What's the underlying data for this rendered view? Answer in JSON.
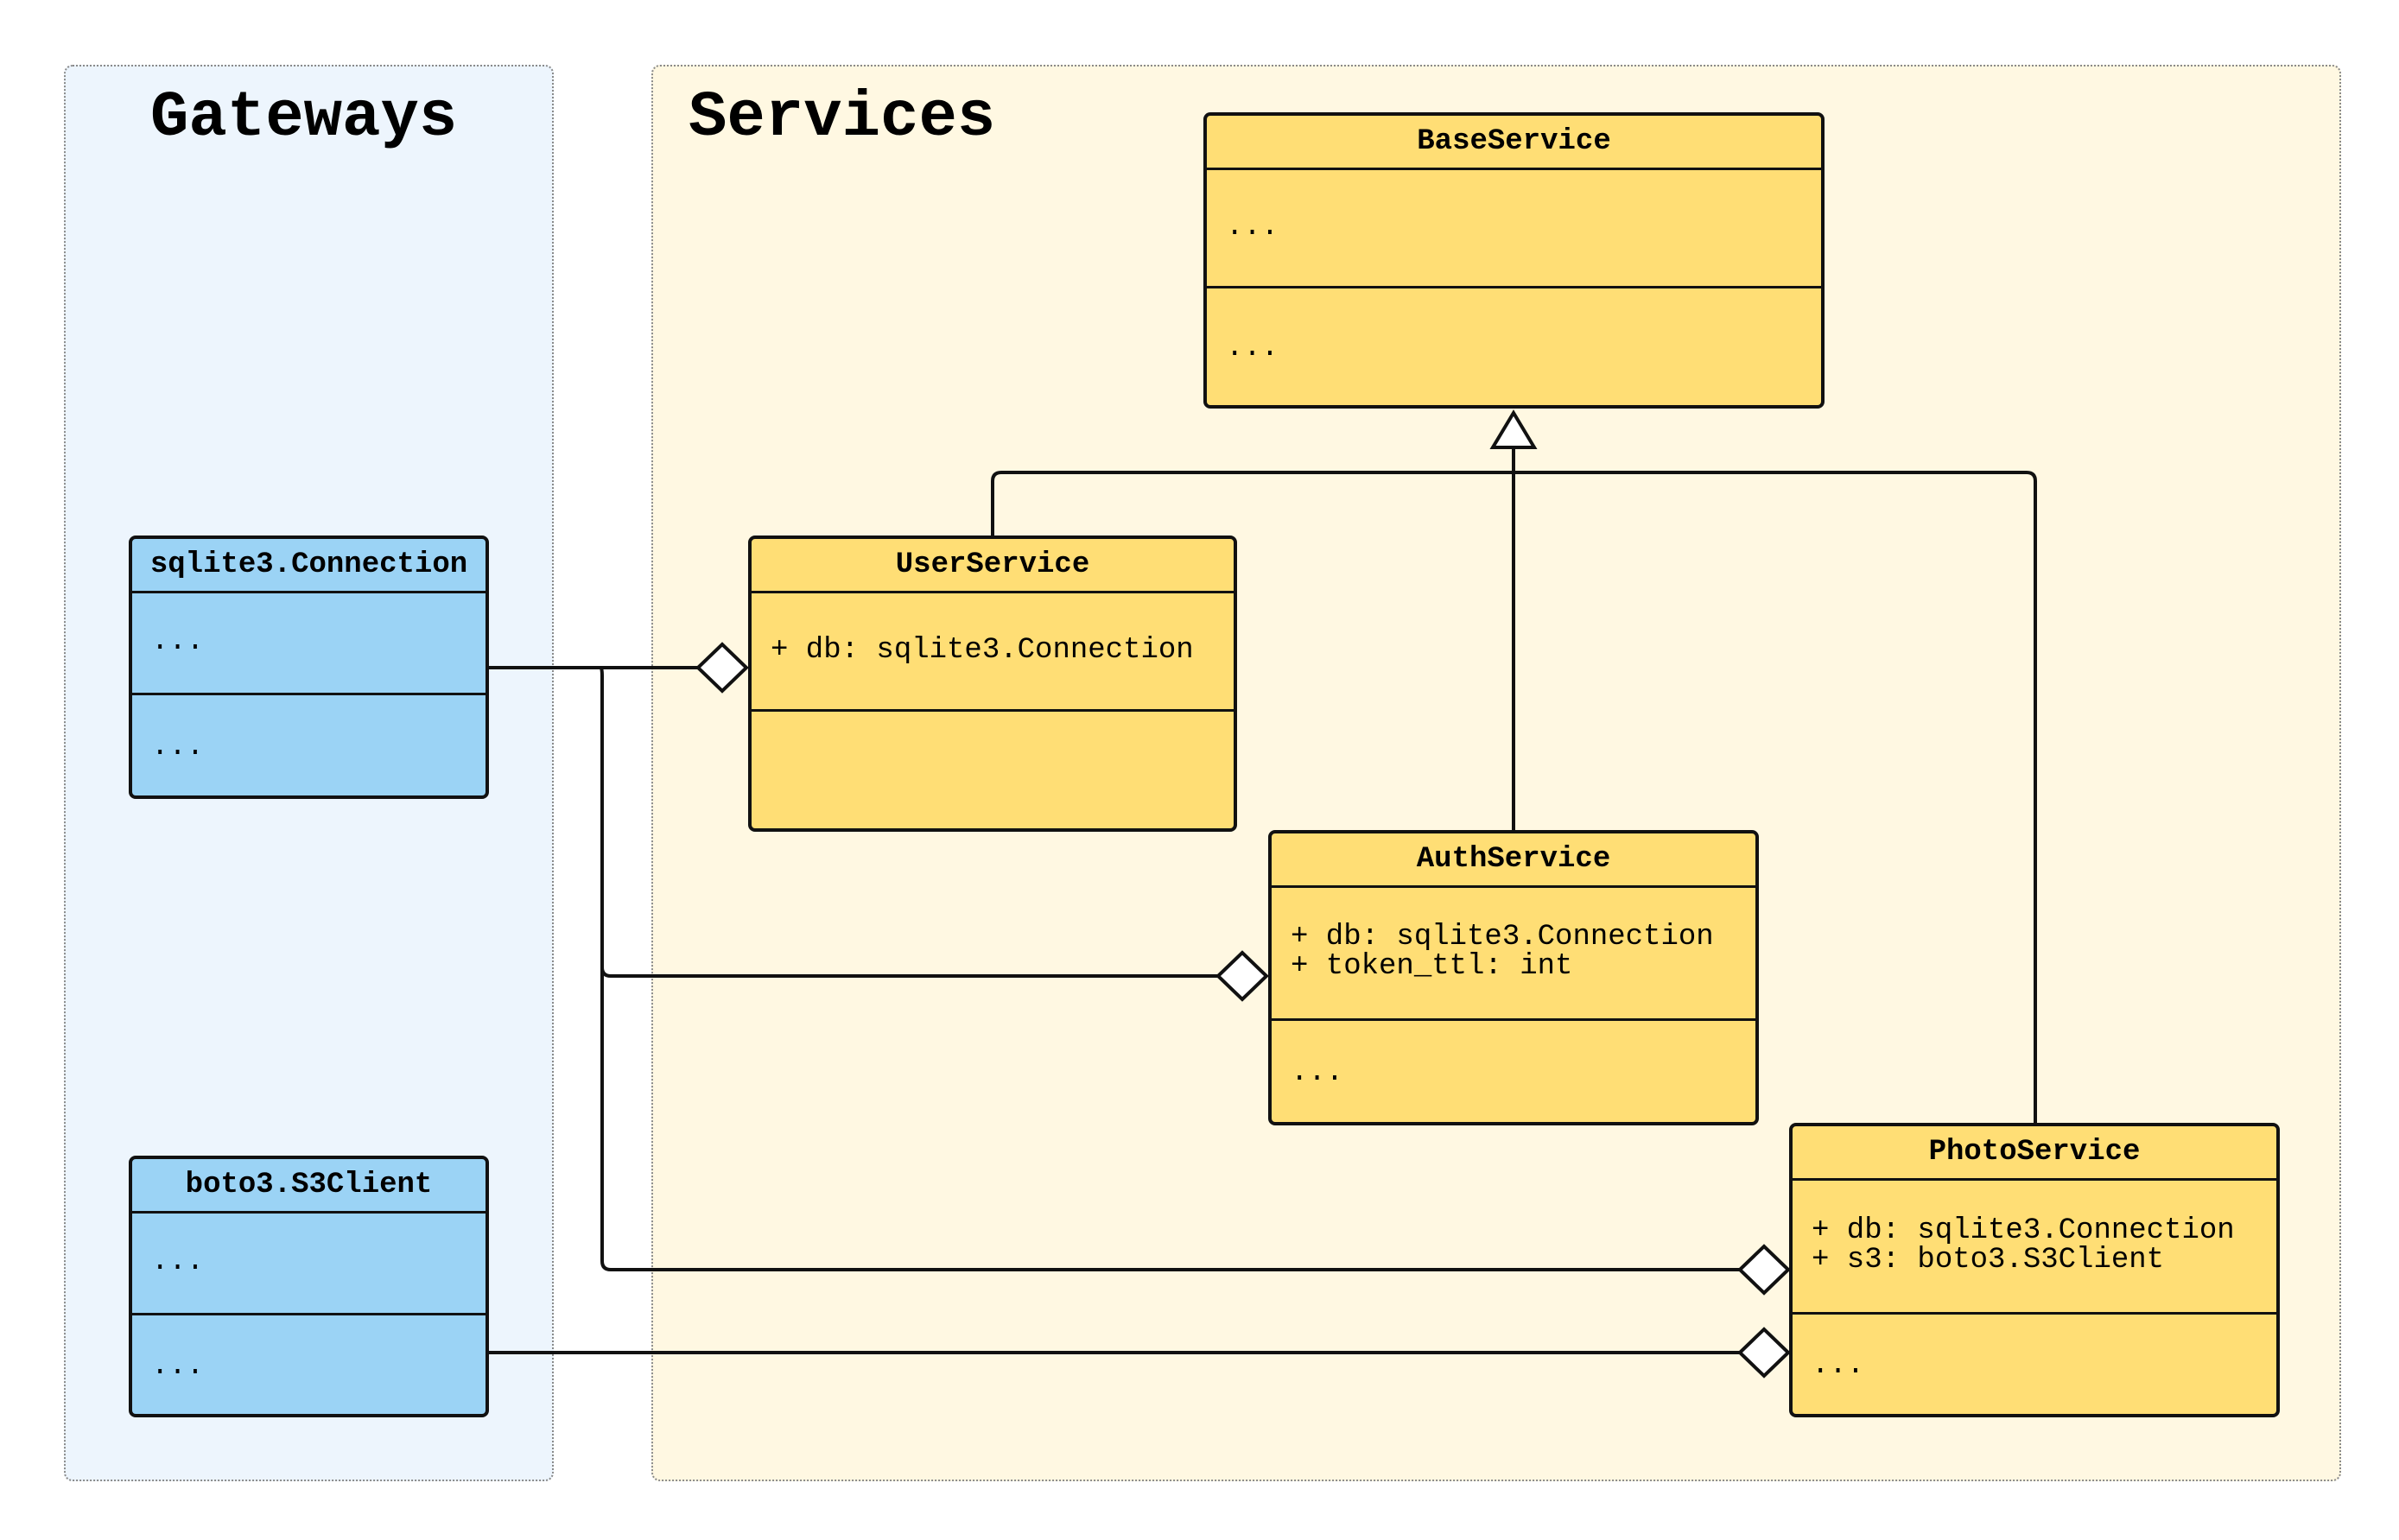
{
  "groups": {
    "gateways": {
      "title": "Gateways",
      "fill": "#edf5fd"
    },
    "services": {
      "title": "Services",
      "fill": "#fff8e2"
    }
  },
  "colors": {
    "gateway_class_fill": "#9bd3f5",
    "service_class_fill": "#ffde75",
    "stroke": "#111111"
  },
  "classes": {
    "sqlite_connection": {
      "name": "sqlite3.Connection",
      "attributes": [
        "..."
      ],
      "methods": [
        "..."
      ]
    },
    "boto3_s3client": {
      "name": "boto3.S3Client",
      "attributes": [
        "..."
      ],
      "methods": [
        "..."
      ]
    },
    "base_service": {
      "name": "BaseService",
      "attributes": [
        "..."
      ],
      "methods": [
        "..."
      ]
    },
    "user_service": {
      "name": "UserService",
      "attributes": [
        "+ db: sqlite3.Connection"
      ],
      "methods": []
    },
    "auth_service": {
      "name": "AuthService",
      "attributes": [
        "+ db: sqlite3.Connection",
        "+ token_ttl: int"
      ],
      "methods": [
        "..."
      ]
    },
    "photo_service": {
      "name": "PhotoService",
      "attributes": [
        "+ db: sqlite3.Connection",
        "+ s3: boto3.S3Client"
      ],
      "methods": [
        "..."
      ]
    }
  },
  "relations": [
    {
      "type": "inheritance",
      "from": "UserService",
      "to": "BaseService"
    },
    {
      "type": "inheritance",
      "from": "AuthService",
      "to": "BaseService"
    },
    {
      "type": "inheritance",
      "from": "PhotoService",
      "to": "BaseService"
    },
    {
      "type": "aggregation",
      "from": "sqlite3.Connection",
      "to": "UserService"
    },
    {
      "type": "aggregation",
      "from": "sqlite3.Connection",
      "to": "AuthService"
    },
    {
      "type": "aggregation",
      "from": "sqlite3.Connection",
      "to": "PhotoService"
    },
    {
      "type": "aggregation",
      "from": "boto3.S3Client",
      "to": "PhotoService"
    }
  ]
}
